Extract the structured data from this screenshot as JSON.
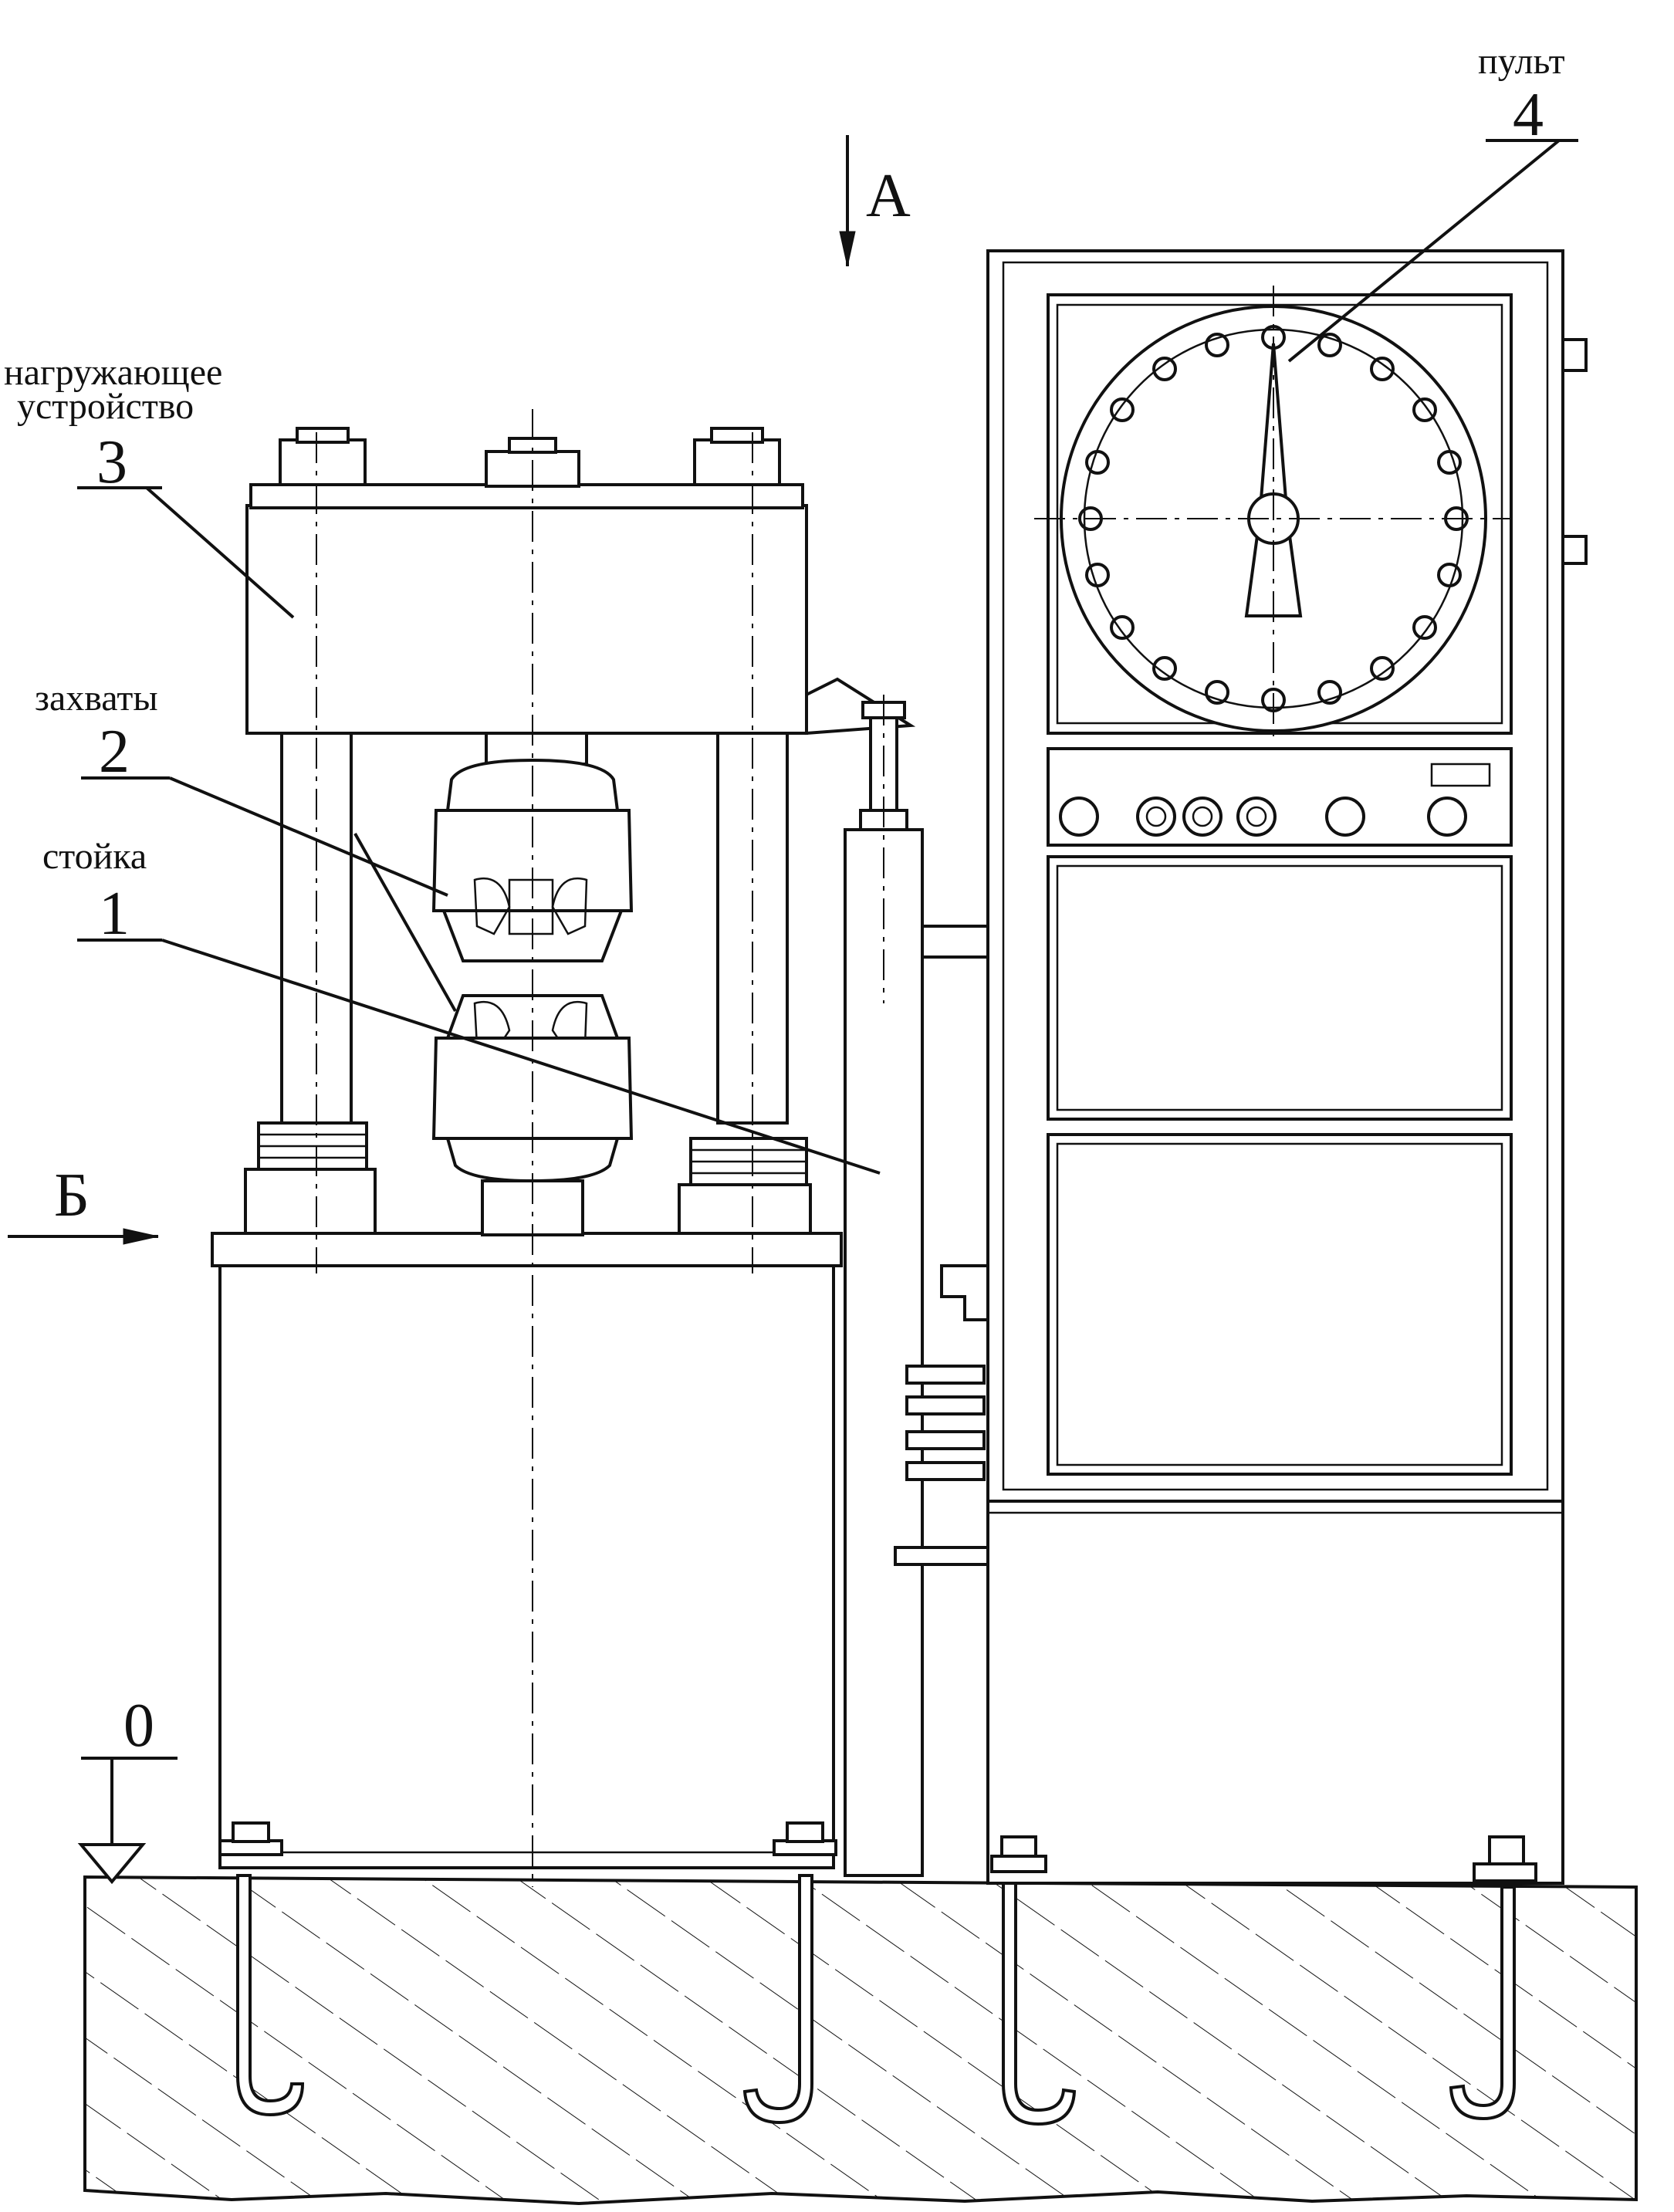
{
  "labels": {
    "console_word": "пульт",
    "console_num": "4",
    "loading_word_1": "нагружающее",
    "loading_word_2": "устройство",
    "loading_num": "3",
    "grips_word": "захваты",
    "grips_num": "2",
    "stand_word": "стойка",
    "stand_num": "1",
    "view_a": "А",
    "view_b": "Б",
    "level_zero": "0"
  },
  "colors": {
    "ink": "#111111",
    "paper": "#ffffff"
  }
}
